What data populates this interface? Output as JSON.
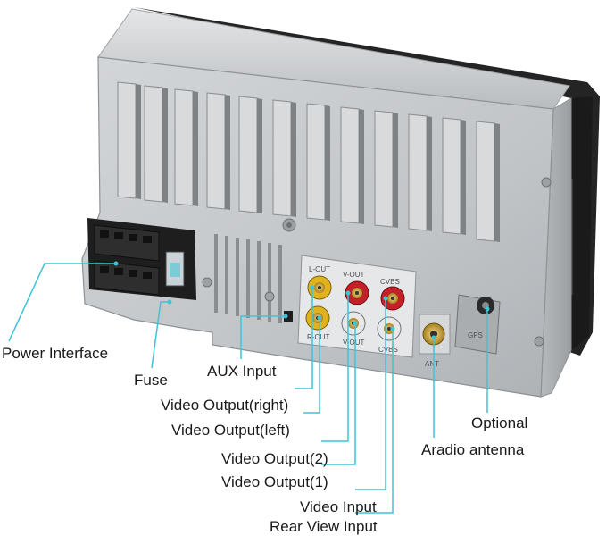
{
  "product": {
    "name": "car stereo head unit rear panel",
    "panel_markings": {
      "l_out": "L-OUT",
      "v_out_top": "V-OUT",
      "cvbs_top": "CVBS",
      "r_out": "R-OUT",
      "v_out_bottom": "V-OUT",
      "cvbs_bottom": "CVBS",
      "ant": "ANT",
      "gps": "GPS"
    }
  },
  "callouts": {
    "power_interface": "Power Interface",
    "fuse": "Fuse",
    "aux_input": "AUX Input",
    "video_output_right": "Video Output(right)",
    "video_output_left": "Video Output(left)",
    "video_output_2": "Video Output(2)",
    "video_output_1": "Video Output(1)",
    "video_input": "Video Input",
    "rear_view_input": "Rear View Input",
    "optional": "Optional",
    "aradio_antenna": "Aradio antenna"
  },
  "colors": {
    "leader_line": "#3fc3d6",
    "body_metal": "#c9ccce",
    "body_metal_dark": "#8e9295",
    "front_bezel": "#2a2a2a",
    "rca_red": "#c4202a",
    "rca_yellow": "#e0b21c",
    "rca_white": "#e8e8e8",
    "gold_pin": "#c9a23a"
  }
}
